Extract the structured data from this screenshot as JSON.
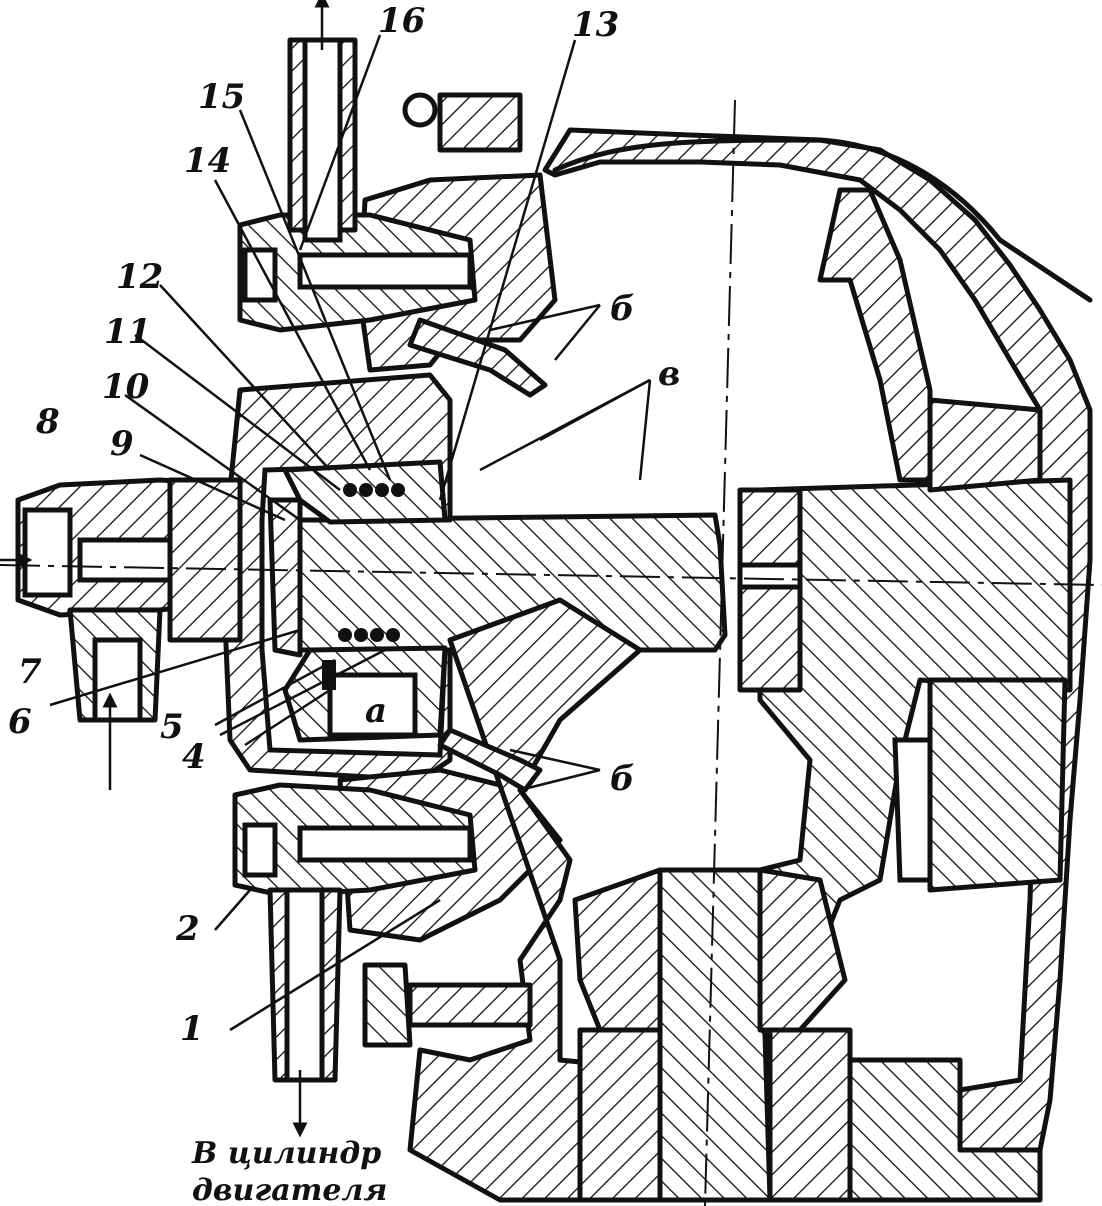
{
  "labels": {
    "n1": "1",
    "n2": "2",
    "n4": "4",
    "n5": "5",
    "n6": "6",
    "n7": "7",
    "n8": "8",
    "n9": "9",
    "n10": "10",
    "n11": "11",
    "n12": "12",
    "n13": "13",
    "n14": "14",
    "n15": "15",
    "n16": "16",
    "b_top": "б",
    "b_bottom": "б",
    "v": "в",
    "a": "а"
  },
  "caption": {
    "line1": "В цилиндр",
    "line2": "двигателя"
  }
}
